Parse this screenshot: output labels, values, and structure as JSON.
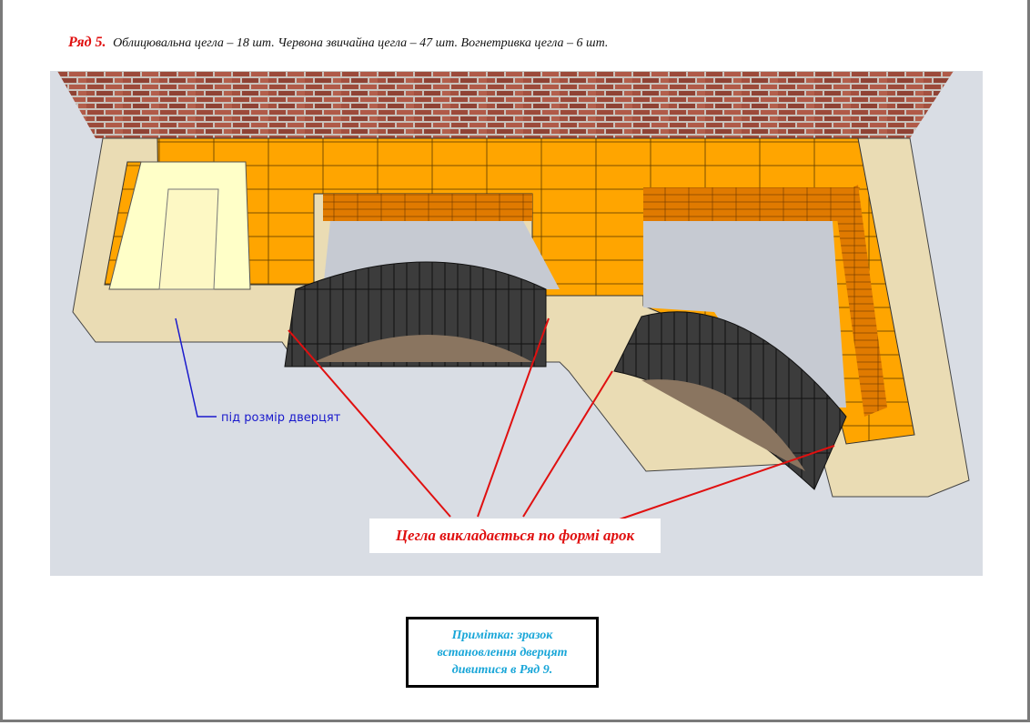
{
  "heading": {
    "row_label": "Ряд 5.",
    "text": "Облицювальна цегла – 18 шт. Червона звичайна цегла – 47 шт. Вогнетривка цегла – 6 шт."
  },
  "illustration": {
    "door_annotation": "під розмір дверцят",
    "arch_annotation": "Цегла викладається по формі арок",
    "colors": {
      "facing_brick": "#eadcb4",
      "red_brick": "#ffa500",
      "firebrick": "#ffffc8",
      "arch": "#3a3a3a",
      "wood": "#8a7560",
      "arrow_red": "#e01010",
      "arrow_blue": "#1a1acc"
    }
  },
  "note": {
    "text": "Примітка: зразок встановлення дверцят дивитися в Ряд 9."
  }
}
